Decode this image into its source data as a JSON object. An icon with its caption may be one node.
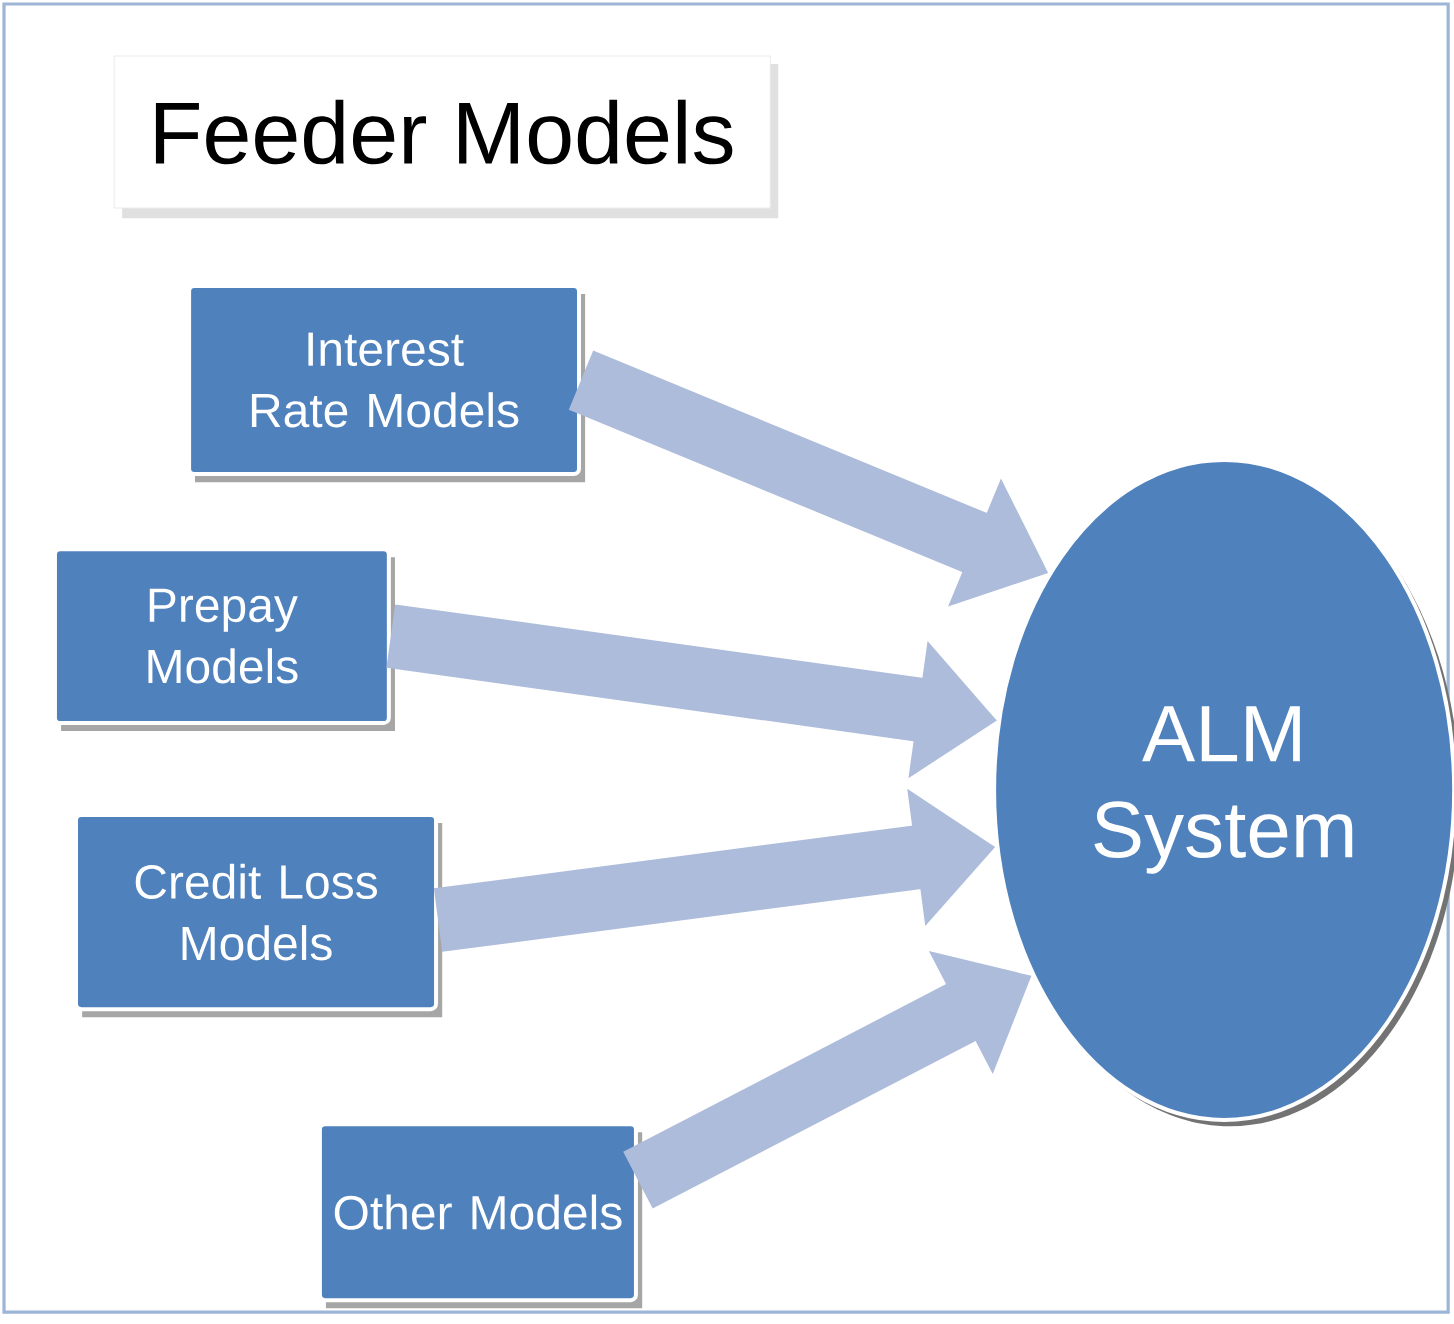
{
  "diagram": {
    "title": "Feeder Models",
    "nodes": [
      {
        "text": [
          "Interest Rate Models"
        ]
      },
      {
        "text": [
          "Prepay Models"
        ]
      },
      {
        "text": [
          "Credit Loss Models"
        ]
      },
      {
        "text": [
          "Other Models"
        ]
      },
      {
        "text": [
          "ALM System"
        ]
      }
    ],
    "edges": [
      {
        "from": 0,
        "to": 4,
        "arrow": "to"
      },
      {
        "from": 1,
        "to": 4,
        "arrow": "to"
      },
      {
        "from": 2,
        "to": 4,
        "arrow": "to"
      },
      {
        "from": 3,
        "to": 4,
        "arrow": "to"
      }
    ]
  }
}
